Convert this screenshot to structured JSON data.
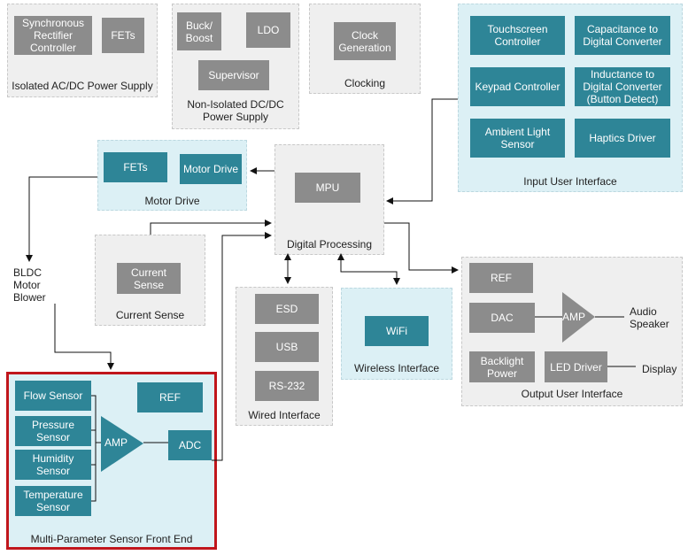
{
  "groups": {
    "isolated": "Isolated AC/DC Power Supply",
    "nonisolated": "Non-Isolated DC/DC\nPower Supply",
    "clocking": "Clocking",
    "input_ui": "Input User Interface",
    "motor_drive": "Motor Drive",
    "digital": "Digital Processing",
    "current_sense": "Current Sense",
    "wired": "Wired Interface",
    "wireless": "Wireless Interface",
    "output_ui": "Output User Interface",
    "sensor_fe": "Multi-Parameter Sensor Front End"
  },
  "blocks": {
    "sync_rect": "Synchronous\nRectifier\nController",
    "fets_iso": "FETs",
    "buck_boost": "Buck/\nBoost",
    "ldo": "LDO",
    "supervisor": "Supervisor",
    "clock_gen": "Clock\nGeneration",
    "touchscreen": "Touchscreen\nController",
    "cap_digital": "Capacitance to\nDigital Converter",
    "keypad": "Keypad Controller",
    "ind_digital": "Inductance to\nDigital Converter\n(Button Detect)",
    "ambient": "Ambient Light\nSensor",
    "haptics": "Haptics Driver",
    "fets_motor": "FETs",
    "motor_drive": "Motor Drive",
    "mpu": "MPU",
    "current_sense": "Current\nSense",
    "esd": "ESD",
    "usb": "USB",
    "rs232": "RS-232",
    "wifi": "WiFi",
    "ref_out": "REF",
    "dac": "DAC",
    "amp_out": "AMP",
    "backlight": "Backlight\nPower",
    "led_driver": "LED Driver",
    "flow": "Flow Sensor",
    "ref_fe": "REF",
    "pressure": "Pressure\nSensor",
    "humidity": "Humidity\nSensor",
    "temperature": "Temperature\nSensor",
    "amp_fe": "AMP",
    "adc": "ADC"
  },
  "labels": {
    "bldc": "BLDC\nMotor\nBlower",
    "audio": "Audio\nSpeaker",
    "display": "Display"
  }
}
